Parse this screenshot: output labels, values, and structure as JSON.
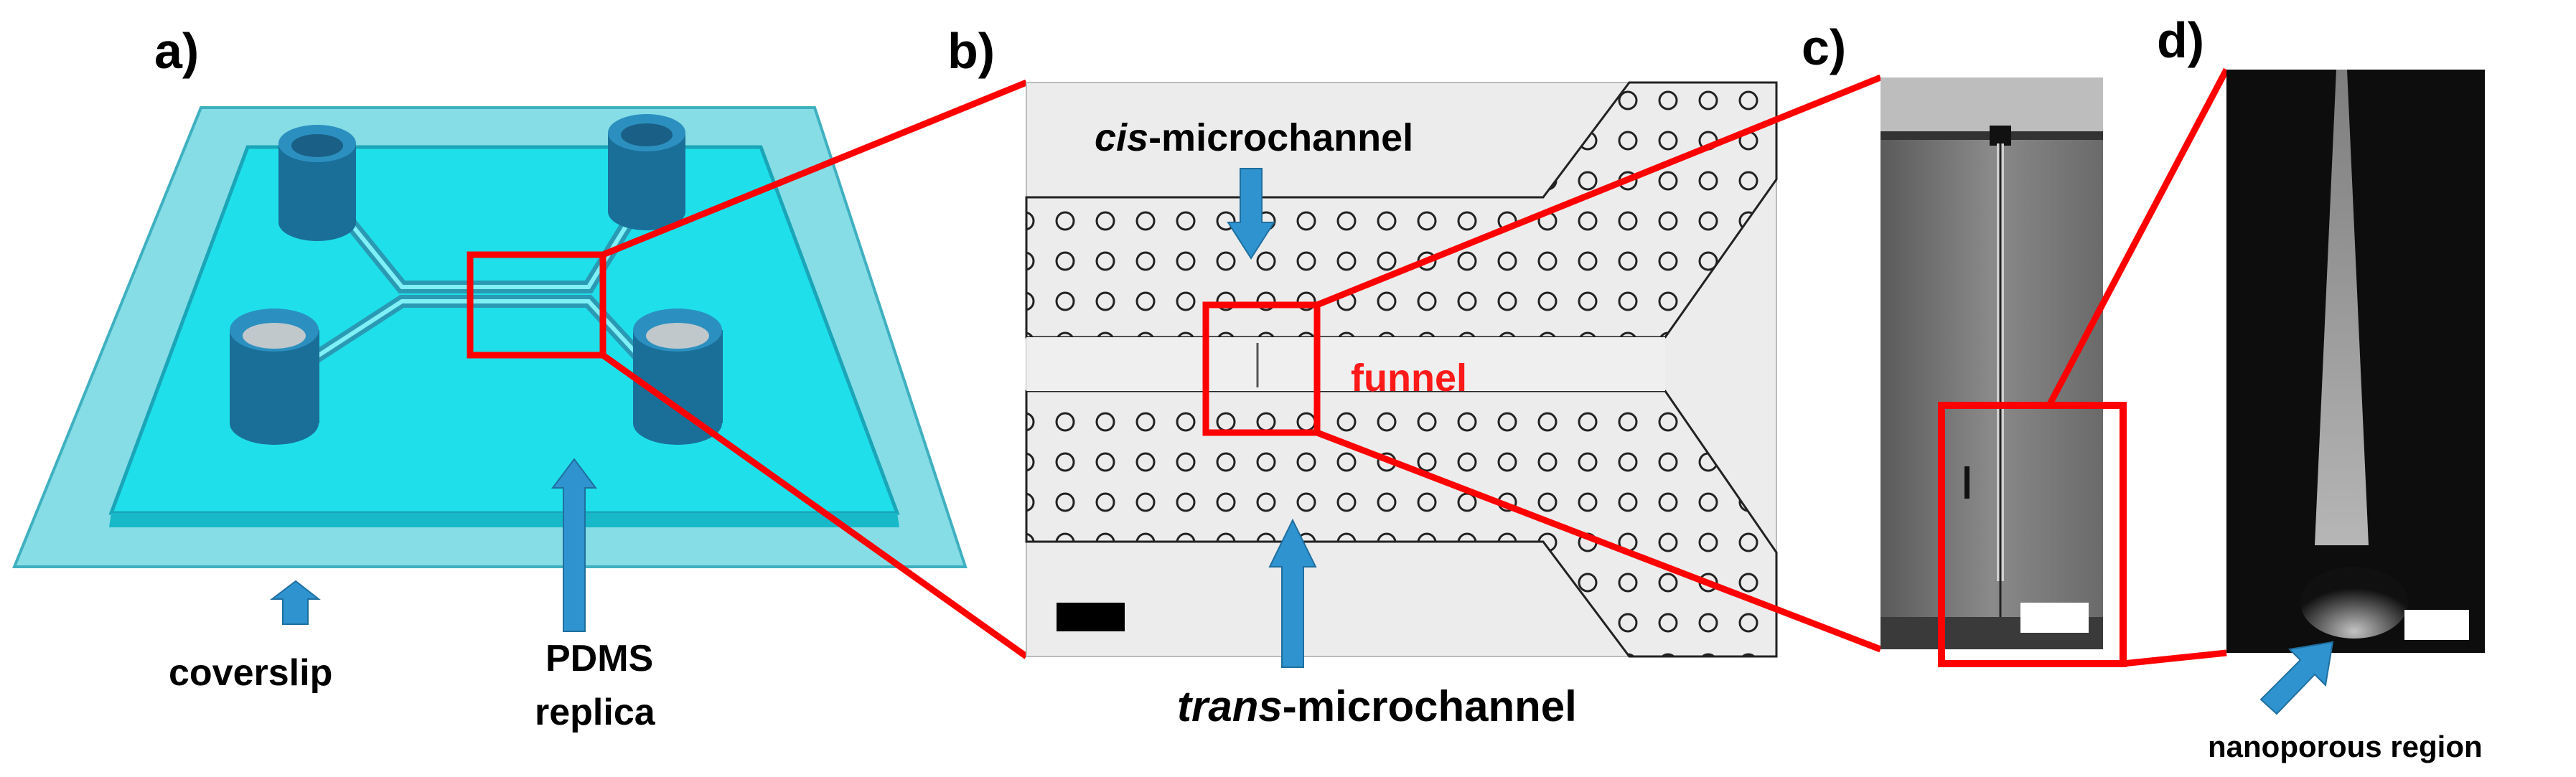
{
  "panels": {
    "a": "a)",
    "b": "b)",
    "c": "c)",
    "d": "d)"
  },
  "labels": {
    "coverslip": "coverslip",
    "pdms_line1": "PDMS",
    "pdms_line2": "replica",
    "cis_italic": "cis",
    "cis_rest": "-microchannel",
    "trans_italic": "trans",
    "trans_rest": "-microchannel",
    "funnel": "funnel",
    "nanoporous": "nanoporous region"
  },
  "colors": {
    "highlight": "#ff0000",
    "arrow": "#2e93cf",
    "device_cyan": "#1fe0ea",
    "coverslip": "#7fdfe8",
    "reservoir": "#1f7ea8"
  },
  "icons": {
    "pointer": "arrow-icon"
  }
}
